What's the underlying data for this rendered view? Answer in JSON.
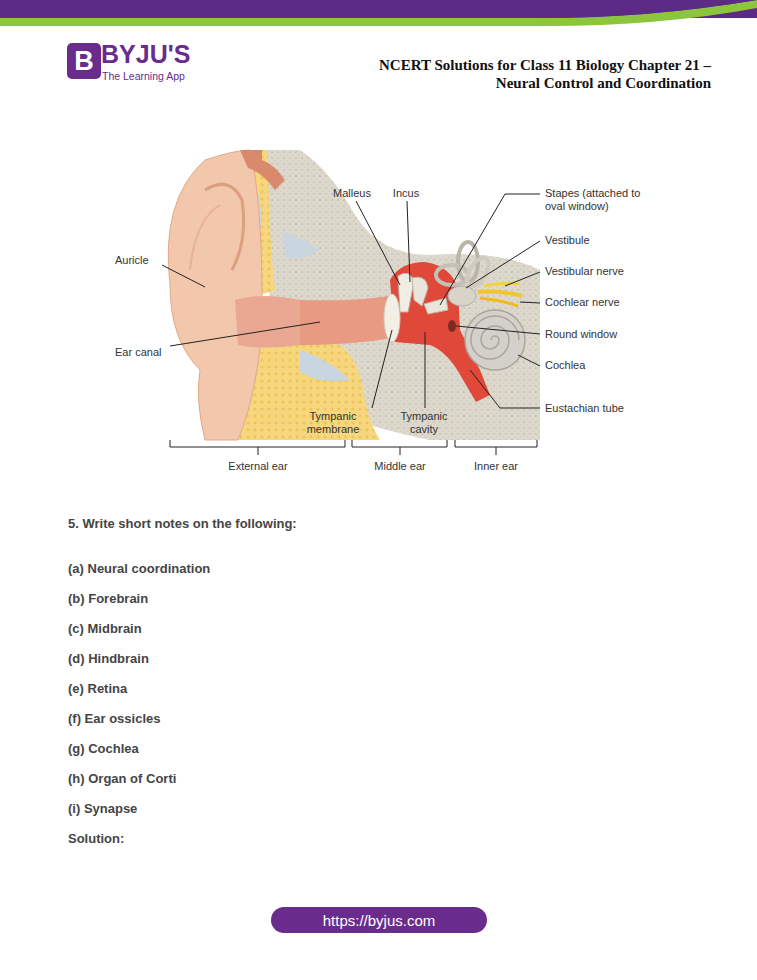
{
  "diagram": {
    "title": "NCERT Solutions for Class 11 Biology Chapter 21 – Neural Control and Coordination",
    "nodes": [
      {
        "text": [
          "B"
        ]
      },
      {
        "text": [
          "https://byjus.com"
        ]
      }
    ],
    "labels": [
      "BYJU'S",
      "The Learning App",
      "Malleus",
      "Incus",
      "Stapes (attached to oval window)",
      "Vestibule",
      "Vestibular nerve",
      "Cochlear nerve",
      "Round window",
      "Cochlea",
      "Eustachian tube",
      "Auricle",
      "Ear canal",
      "Tympanic membrane",
      "Tympanic cavity",
      "External ear",
      "Middle ear",
      "Inner ear",
      "5. Write short notes on the following:",
      "(a) Neural coordination",
      "(b) Forebrain",
      "(c) Midbrain",
      "(d) Hindbrain",
      "(e) Retina",
      "(f) Ear ossicles",
      "(g) Cochlea",
      "(h) Organ of Corti",
      "(i) Synapse",
      "Solution:"
    ]
  }
}
